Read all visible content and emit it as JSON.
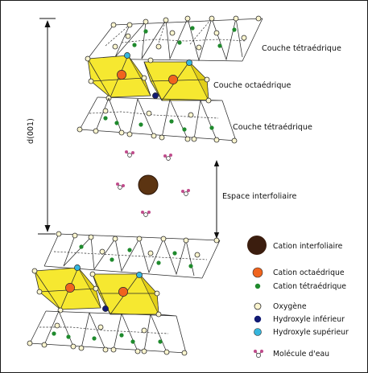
{
  "labels": {
    "tetra_top": "Couche tétraédrique",
    "octa": "Couche octaédrique",
    "tetra_bottom": "Couche tétraédrique",
    "interlayer": "Espace interfoliaire",
    "d001": "d(001)"
  },
  "legend": [
    {
      "key": "interlayer_cation",
      "label": "Cation interfoliaire",
      "color": "#3b1d0e"
    },
    {
      "key": "octa_cation",
      "label": "Cation octaédrique",
      "color": "#f0641e"
    },
    {
      "key": "tetra_cation",
      "label": "Cation tétraédrique",
      "color": "#1f8a2d"
    },
    {
      "key": "oxygen",
      "label": "Oxygène",
      "color": "#fbf5cf"
    },
    {
      "key": "hydroxyl_lower",
      "label": "Hydroxyle inférieur",
      "color": "#121a73"
    },
    {
      "key": "hydroxyl_upper",
      "label": "Hydroxyle supérieur",
      "color": "#36b6dd"
    },
    {
      "key": "water",
      "label": "Molécule d'eau",
      "color": "#c04c8c"
    }
  ],
  "colors": {
    "octahedra_fill": "#f6e830",
    "octahedra_side": "#e2cf18",
    "line": "#2a2a2a"
  }
}
